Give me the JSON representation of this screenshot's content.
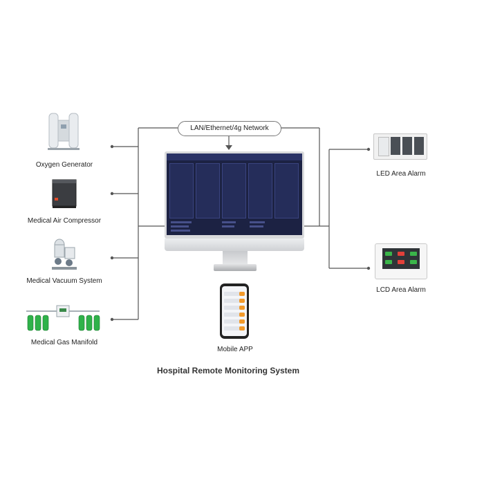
{
  "network_label": "LAN/Ethernet/4g Network",
  "left_devices": [
    {
      "label": "Oxygen Generator",
      "icon": "oxygen-generator-icon"
    },
    {
      "label": "Medical Air Compressor",
      "icon": "air-compressor-icon"
    },
    {
      "label": "Medical Vacuum System",
      "icon": "vacuum-system-icon"
    },
    {
      "label": "Medical Gas Manifold",
      "icon": "gas-manifold-icon"
    }
  ],
  "right_devices": [
    {
      "label": "LED Area Alarm",
      "icon": "led-alarm-icon"
    },
    {
      "label": "LCD Area Alarm",
      "icon": "lcd-alarm-icon"
    }
  ],
  "center": {
    "monitor_icon": "desktop-monitor-icon",
    "mobile_label": "Mobile APP",
    "mobile_icon": "smartphone-icon"
  },
  "title": "Hospital Remote Monitoring System",
  "colors": {
    "line": "#555555",
    "screen_bg": "#1c2243",
    "oxygen_green": "#2fb24a",
    "alarm_orange": "#f39a2a"
  }
}
